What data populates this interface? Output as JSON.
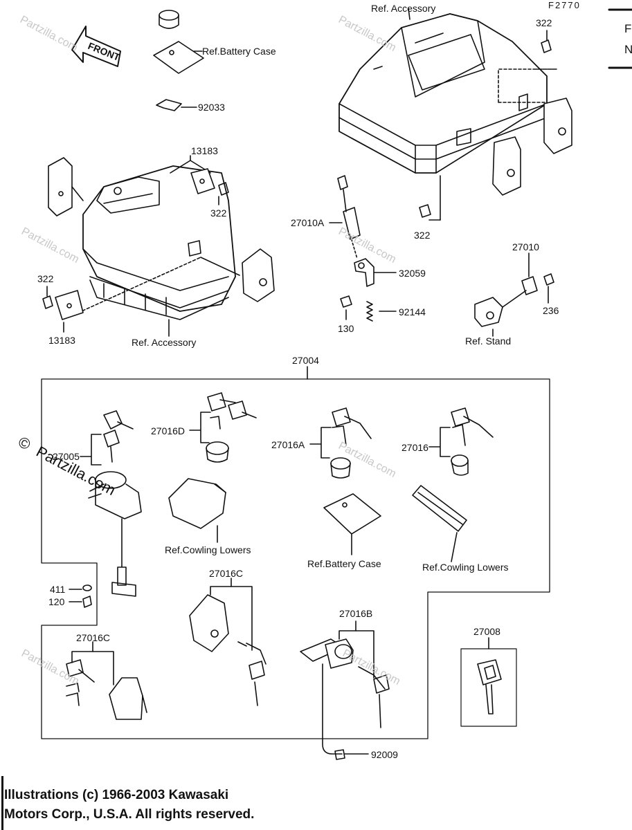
{
  "corner_code": "F2770",
  "edge_letters": [
    "F",
    "N"
  ],
  "front_arrow": "FRONT",
  "watermark": "Partzilla.com",
  "watermark_copyright": "©",
  "copyright_line1": "Illustrations (c) 1966-2003 Kawasaki",
  "copyright_line2": "Motors Corp., U.S.A.  All rights reserved.",
  "labels": {
    "ref_accessory_top": "Ref. Accessory",
    "ref_battery_case_top": "Ref.Battery Case",
    "p92033": "92033",
    "p322_a": "322",
    "p322_b": "322",
    "p322_c": "322",
    "p322_d": "322",
    "p13183_a": "13183",
    "p13183_b": "13183",
    "ref_accessory_bottom": "Ref. Accessory",
    "p27010A": "27010A",
    "p32059": "32059",
    "p92144": "92144",
    "p130": "130",
    "p27010": "27010",
    "p236": "236",
    "ref_stand": "Ref. Stand",
    "p27004": "27004",
    "p27005": "27005",
    "p27016D": "27016D",
    "p27016A": "27016A",
    "p27016": "27016",
    "ref_cowling_lowers_a": "Ref.Cowling Lowers",
    "ref_battery_case_b": "Ref.Battery Case",
    "ref_cowling_lowers_b": "Ref.Cowling Lowers",
    "p411": "411",
    "p120": "120",
    "p27016C_a": "27016C",
    "p27016C_b": "27016C",
    "p27016B": "27016B",
    "p27008": "27008",
    "p92009": "92009"
  }
}
